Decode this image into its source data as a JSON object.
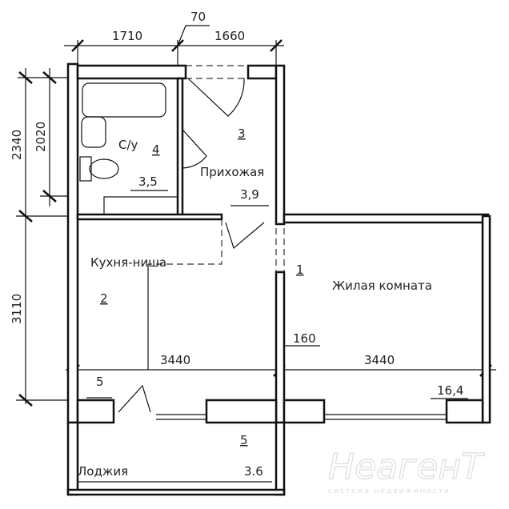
{
  "dimensions": {
    "top_left": "1710",
    "top_gap": "70",
    "top_right": "1660",
    "left_outer": "2340",
    "left_inner": "2020",
    "left_lower": "3110",
    "bottom_left": "3440",
    "bottom_right": "3440",
    "partition": "160"
  },
  "rooms": [
    {
      "name": "С/у",
      "number": "4",
      "area": "3,5"
    },
    {
      "name": "Прихожая",
      "number": "3",
      "area": "3,9"
    },
    {
      "name": "Кухня-ниша",
      "number": "2",
      "area": "5"
    },
    {
      "name": "Жилая комната",
      "number": "1",
      "area": "16,4"
    },
    {
      "name": "Лоджия",
      "number": "5",
      "area": "3.6"
    }
  ],
  "watermark": {
    "brand": "НеагенТ",
    "tagline": "система недвижимости"
  }
}
